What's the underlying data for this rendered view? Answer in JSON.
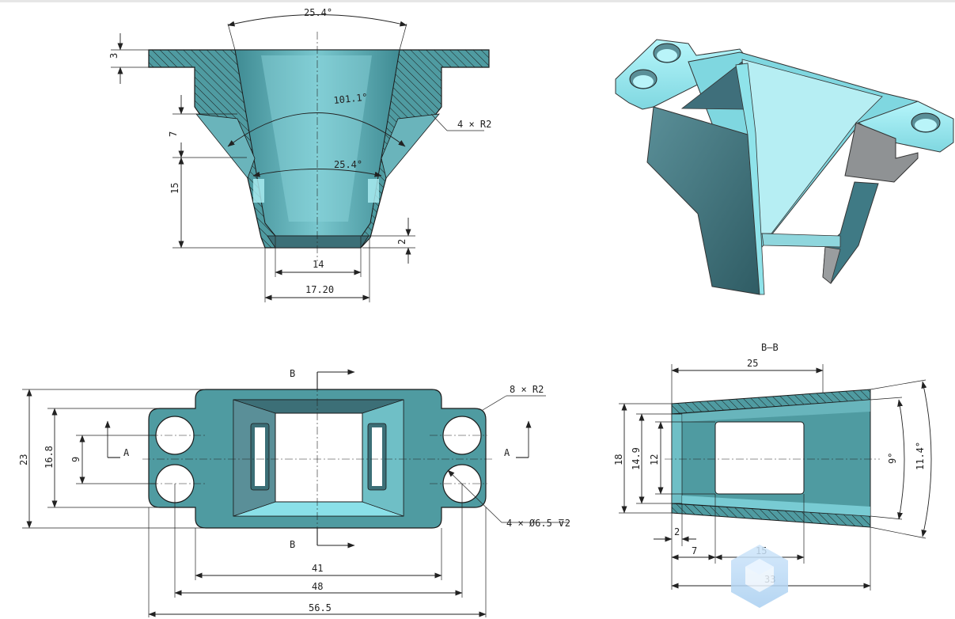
{
  "colors": {
    "part_fill": "#4f9ba1",
    "part_light": "#a7e6ee",
    "part_mid": "#6fbfc6",
    "part_dark": "#3c6f77",
    "iso_cyan": "#8ff0f8",
    "iso_dark": "#3f7a85",
    "iso_gray": "#8f9294",
    "hatch": "#1a1a1a",
    "dim_line": "#222222"
  },
  "front_view": {
    "angle_top": "25.4°",
    "angle_mid": "101.1°",
    "angle_inner": "25.4°",
    "fillet": "4 × R2",
    "dim_flange": "3",
    "dim_step": "7",
    "dim_height": "15",
    "dim_bottom": "2",
    "dim_width_inner": "14",
    "dim_width_outer": "17.20"
  },
  "top_view": {
    "section_letter_top": "B",
    "section_letter_bottom": "B",
    "view_a_left": "A",
    "view_a_right": "A",
    "fillet_label": "8 × R2",
    "hole_label": "4 × Ø6.5 ⊽2",
    "dim_height_total": "23",
    "dim_height_holes": "16.8",
    "dim_height_9": "9",
    "dim_width_41": "41",
    "dim_width_48": "48",
    "dim_width_56": "56.5"
  },
  "section_view": {
    "title": "B–B",
    "dim_25": "25",
    "dim_18": "18",
    "dim_14_9": "14.9",
    "dim_12": "12",
    "dim_9_deg": "9°",
    "dim_11_4_deg": "11.4°",
    "dim_2": "2",
    "dim_7": "7",
    "dim_15": "15",
    "dim_33": "33"
  },
  "watermark": {
    "icon": "cube-logo-icon"
  }
}
